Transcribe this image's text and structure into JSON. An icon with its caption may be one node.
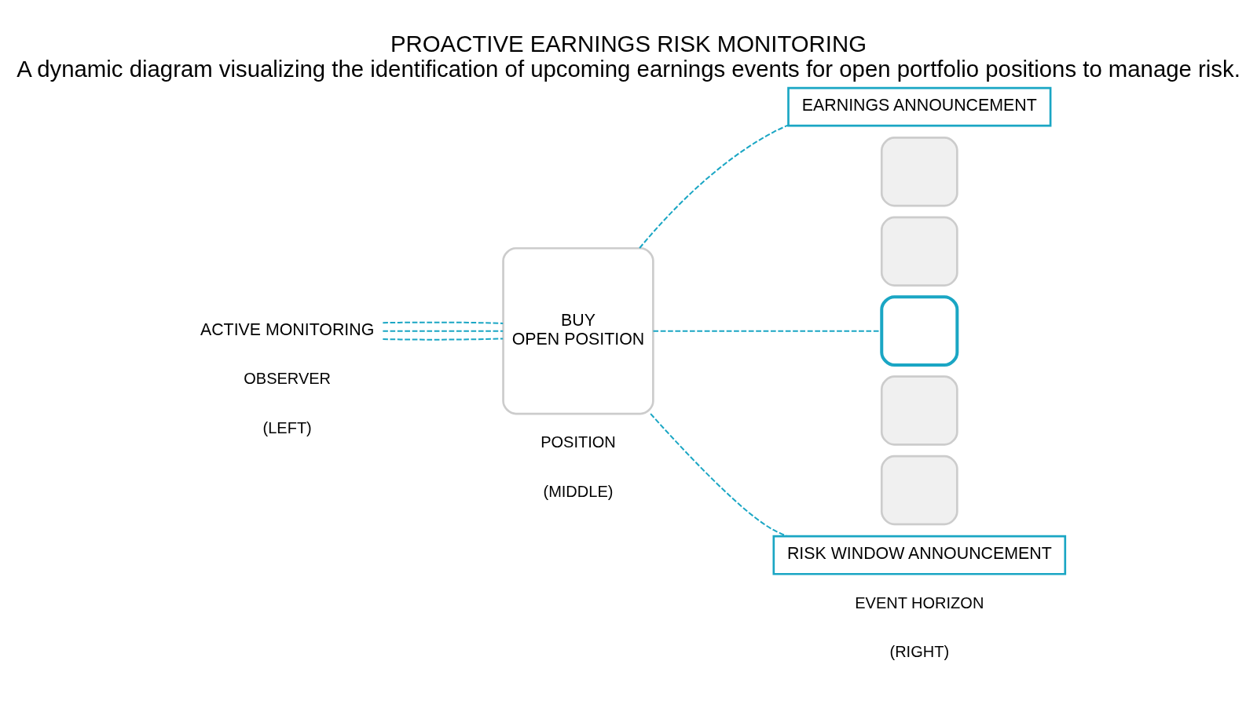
{
  "diagram": {
    "title": "PROACTIVE EARNINGS RISK MONITORING",
    "caption": "A dynamic diagram visualizing the identification of upcoming earnings events for open portfolio positions to manage risk.",
    "nodes": [
      {
        "text": [
          "ACTIVE MONITORING"
        ]
      },
      {
        "text": [
          "BUY",
          "OPEN POSITION"
        ]
      },
      {
        "text": [
          "EARNINGS ANNOUNCEMENT"
        ]
      },
      {
        "text": [],
        "shape": "box"
      },
      {
        "text": [],
        "shape": "box"
      },
      {
        "text": [],
        "shape": "box"
      },
      {
        "text": [],
        "shape": "box"
      },
      {
        "text": [],
        "shape": "box"
      },
      {
        "text": [
          "RISK WINDOW ANNOUNCEMENT"
        ]
      }
    ],
    "edges": [
      {
        "from": 0,
        "to": 1,
        "arrow": "none",
        "style": "dashed"
      },
      {
        "from": 0,
        "to": 1,
        "arrow": "none",
        "style": "dashed"
      },
      {
        "from": 0,
        "to": 1,
        "arrow": "none",
        "style": "dashed"
      },
      {
        "from": 1,
        "to": 2,
        "arrow": "none",
        "style": "dashed"
      },
      {
        "from": 1,
        "to": 5,
        "arrow": "none",
        "style": "dashed"
      },
      {
        "from": 1,
        "to": 8,
        "arrow": "none",
        "style": "dashed"
      }
    ],
    "labels": [
      "OBSERVER",
      "(LEFT)",
      "POSITION",
      "(MIDDLE)",
      "EVENT HORIZON",
      "(RIGHT)"
    ]
  }
}
